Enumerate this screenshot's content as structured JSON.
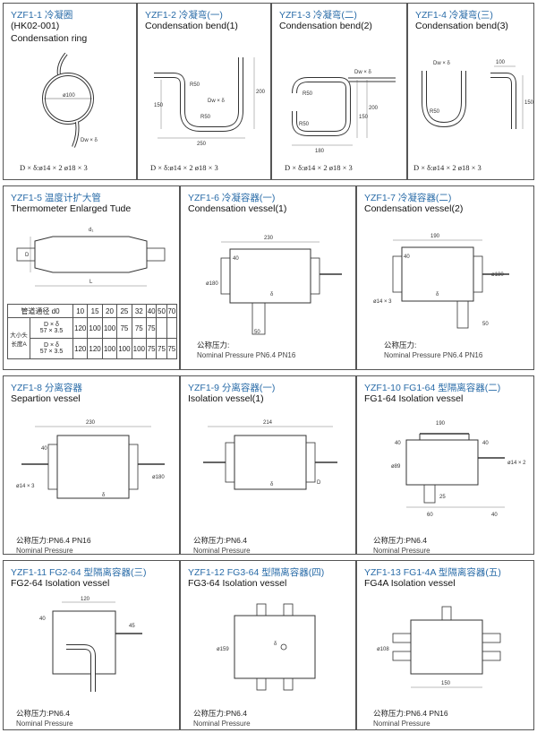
{
  "c1": {
    "title": "YZF1-1 冷凝圈",
    "code": "(HK02-001)",
    "name": "Condensation ring",
    "spec": "D × δ:ø14 × 2   ø18 × 3",
    "labels": {
      "d": "ø100",
      "dw": "Dw × δ"
    }
  },
  "c2": {
    "title": "YZF1-2 冷凝弯(一)",
    "name": "Condensation bend(1)",
    "spec": "D × δ:ø14 × 2   ø18 × 3",
    "labels": {
      "r1": "R50",
      "r2": "R50",
      "dw": "Dw × δ",
      "h1": "150",
      "h2": "200",
      "w": "250"
    }
  },
  "c3": {
    "title": "YZF1-3 冷凝弯(二)",
    "name": "Condensation bend(2)",
    "spec": "D × δ:ø14 × 2   ø18 × 3",
    "labels": {
      "dw": "Dw × δ",
      "r1": "R50",
      "r2": "R50",
      "h1": "150",
      "h2": "200",
      "w": "180"
    }
  },
  "c4": {
    "title": "YZF1-4 冷凝弯(三)",
    "name": "Condensation bend(3)",
    "spec": "D × δ:ø14 × 2   ø18 × 3",
    "labels": {
      "dw": "Dw × δ",
      "r": "R50",
      "w": "100",
      "h": "150"
    }
  },
  "c5": {
    "title": "YZF1-5 温度计扩大管",
    "name": "Thermometer Enlarged Tude",
    "labels": {
      "d1": "d₁",
      "d": "D",
      "l": "L"
    },
    "table": {
      "header": [
        "管道通径 d0",
        "10",
        "15",
        "20",
        "25",
        "32",
        "40",
        "50",
        "70"
      ],
      "rowlabel": "大小头长度A",
      "rows": [
        [
          "D × δ",
          "57 × 3.5"
        ],
        [
          "D × δ",
          "57 × 3.5"
        ]
      ],
      "vals1": [
        "120",
        "100",
        "100",
        "75",
        "75",
        "75"
      ],
      "vals2": [
        "120",
        "120",
        "100",
        "100",
        "100",
        "75",
        "75",
        "75"
      ]
    }
  },
  "c6": {
    "title": "YZF1-6 冷凝容器(一)",
    "name": "Condensation vessel(1)",
    "pres_cn": "公称压力:",
    "pres_en": "Nominal Pressure PN6.4 PN16",
    "labels": {
      "w": "230",
      "d": "ø180",
      "h": "40",
      "t": "δ",
      "b": "50"
    }
  },
  "c7": {
    "title": "YZF1-7 冷凝容器(二)",
    "name": "Condensation vessel(2)",
    "pres_cn": "公称压力:",
    "pres_en": "Nominal Pressure PN6.4 PN16",
    "labels": {
      "w": "190",
      "d": "ø180",
      "h": "40",
      "s": "ø14 × 3",
      "b": "50",
      "t": "δ"
    }
  },
  "c8": {
    "title": "YZF1-8 分离容器",
    "name": "Separtion vessel",
    "pres_cn": "公称压力:PN6.4 PN16",
    "pres_en": "Nominal Pressure",
    "labels": {
      "w": "230",
      "h": "40",
      "s": "ø14 × 3",
      "d": "ø180",
      "t": "δ"
    }
  },
  "c9": {
    "title": "YZF1-9 分离容器(一)",
    "name": "Isolation vessel(1)",
    "pres_cn": "公称压力:PN6.4",
    "pres_en": "Nominal Pressure",
    "labels": {
      "w": "214",
      "d": "D",
      "t": "δ"
    }
  },
  "c10": {
    "title": "YZF1-10 FG1-64 型隔离容器(二)",
    "name": "FG1-64 Isolation vessel",
    "pres_cn": "公称压力:PN6.4",
    "pres_en": "Nominal Pressure",
    "labels": {
      "top": "190",
      "l": "40",
      "r": "40",
      "d": "ø89",
      "s": "ø14 × 2",
      "h": "25",
      "b1": "60",
      "b2": "40"
    }
  },
  "c11": {
    "title": "YZF1-11 FG2-64 型隔离容器(三)",
    "name": "FG2-64 Isolation vessel",
    "pres_cn": "公称压力:PN6.4",
    "pres_en": "Nominal Pressure",
    "labels": {
      "w": "120",
      "l": "40",
      "r": "45"
    }
  },
  "c12": {
    "title": "YZF1-12 FG3-64 型隔离容器(四)",
    "name": "FG3-64 Isolation vessel",
    "pres_cn": "公称压力:PN6.4",
    "pres_en": "Nominal Pressure",
    "labels": {
      "d": "ø159",
      "t": "δ"
    }
  },
  "c13": {
    "title": "YZF1-13 FG1-4A 型隔离容器(五)",
    "name": "FG4A Isolation vessel",
    "pres_cn": "公称压力:PN6.4 PN16",
    "pres_en": "Nominal Pressure",
    "labels": {
      "d": "ø108",
      "w": "150"
    }
  }
}
